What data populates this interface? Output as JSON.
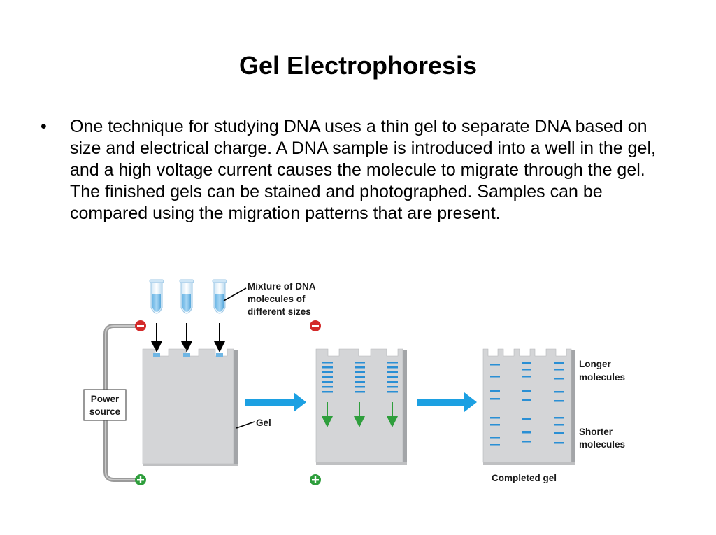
{
  "slide": {
    "title": "Gel Electrophoresis",
    "bullet_marker": "•",
    "bullet_text": "One technique for studying DNA uses a thin gel to separate DNA based on size and electrical charge.  A DNA sample is introduced into a well in the gel, and a high voltage current causes the molecule to migrate through the gel.  The finished gels can be stained and photographed.  Samples can be compared using the migration patterns that are present."
  },
  "diagram": {
    "mixture_label": [
      "Mixture of DNA",
      "molecules of",
      "different sizes"
    ],
    "power_label": [
      "Power",
      "source"
    ],
    "gel_label": "Gel",
    "longer_label": [
      "Longer",
      "molecules"
    ],
    "shorter_label": [
      "Shorter",
      "molecules"
    ],
    "completed_label": "Completed gel",
    "colors": {
      "gel": "#d4d5d7",
      "gel_edge": "#a3a5a8",
      "band": "#2a8fd4",
      "arrow": "#1ca0e2",
      "negative": "#d32a2a",
      "positive": "#2e9e3c",
      "wire": "#9a9a9a",
      "migration_arrow": "#2e9e3c"
    },
    "icons": [
      "test-tube-icon",
      "minus-electrode-icon",
      "plus-electrode-icon",
      "right-arrow-icon"
    ]
  }
}
